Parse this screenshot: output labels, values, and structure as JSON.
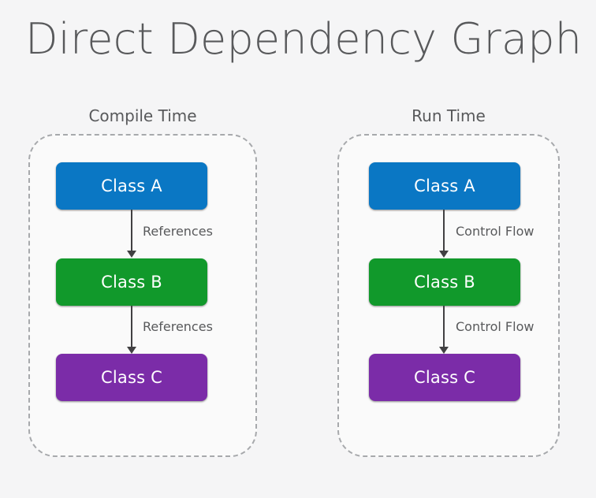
{
  "title": "Direct Dependency Graph",
  "colors": {
    "background": "#f5f5f6",
    "panel_fill": "#fafafa",
    "panel_border": "#a7a9ac",
    "text": "#58595b",
    "edge": "#414042",
    "class_a": "#0a77c4",
    "class_b": "#11992b",
    "class_c": "#7b2ca8"
  },
  "columns": [
    {
      "id": "compile-time",
      "heading": "Compile Time",
      "nodes": [
        {
          "label": "Class A",
          "color": "#0a77c4"
        },
        {
          "label": "Class B",
          "color": "#11992b"
        },
        {
          "label": "Class C",
          "color": "#7b2ca8"
        }
      ],
      "edges": [
        {
          "label": "References",
          "from": "Class A",
          "to": "Class B"
        },
        {
          "label": "References",
          "from": "Class B",
          "to": "Class C"
        }
      ]
    },
    {
      "id": "run-time",
      "heading": "Run Time",
      "nodes": [
        {
          "label": "Class A",
          "color": "#0a77c4"
        },
        {
          "label": "Class B",
          "color": "#11992b"
        },
        {
          "label": "Class C",
          "color": "#7b2ca8"
        }
      ],
      "edges": [
        {
          "label": "Control Flow",
          "from": "Class A",
          "to": "Class B"
        },
        {
          "label": "Control Flow",
          "from": "Class B",
          "to": "Class C"
        }
      ]
    }
  ]
}
